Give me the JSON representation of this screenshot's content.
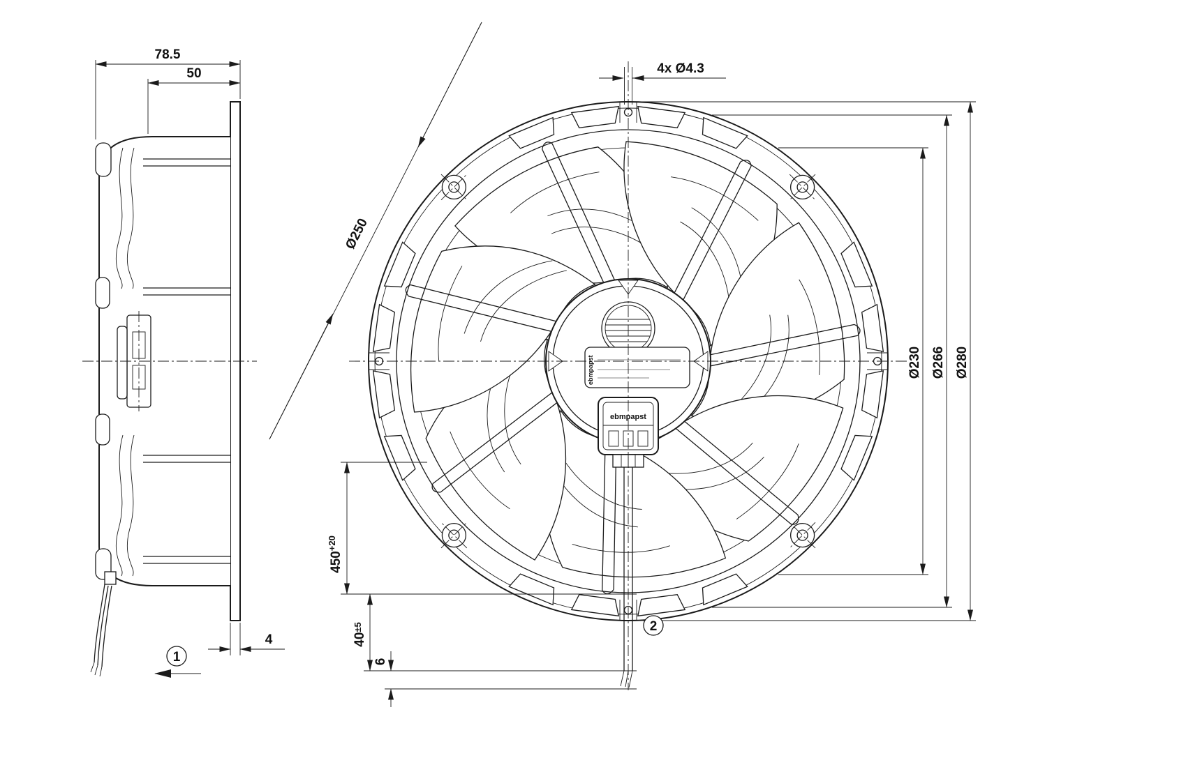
{
  "drawing": {
    "type": "technical-drawing",
    "subject": "axial fan - side view and front view with dimensions",
    "line_color": "#1b1b1b",
    "background": "#ffffff"
  },
  "side_view": {
    "callout": "1",
    "dims": {
      "overall_depth": "78.5",
      "housing_depth": "50",
      "flange_thickness": "4"
    }
  },
  "front_view": {
    "callout": "2",
    "dims": {
      "mounting_holes": "4x Ø4.3",
      "impeller_diameter": "Ø250",
      "opening_diameter": "Ø230",
      "pitch_circle_diameter": "Ø266",
      "outer_diameter": "Ø280",
      "lead_length": "450",
      "lead_length_tol": "+20",
      "strip_length": "40",
      "strip_length_tol": "±5",
      "tip_length": "6"
    },
    "branding": {
      "nameplate_side_label": "ebmpapst",
      "connector_label": "ebmpapst"
    }
  }
}
